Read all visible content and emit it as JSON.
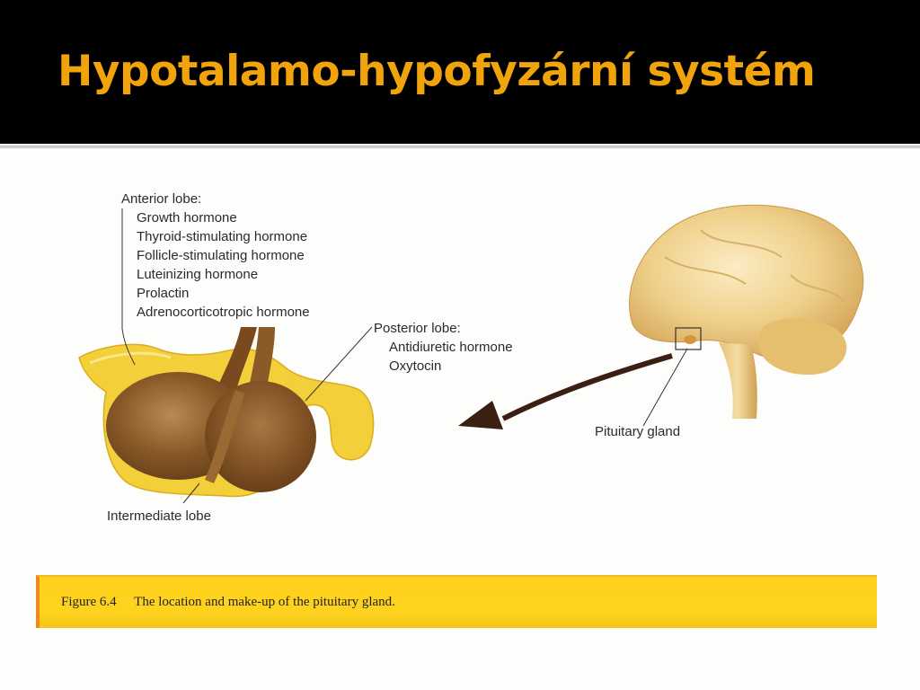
{
  "slide": {
    "title": "Hypotalamo-hypofyzární systém"
  },
  "figure": {
    "anterior": {
      "title": "Anterior lobe:",
      "hormones": [
        "Growth hormone",
        "Thyroid-stimulating hormone",
        "Follicle-stimulating hormone",
        "Luteinizing hormone",
        "Prolactin",
        "Adrenocorticotropic hormone"
      ]
    },
    "posterior": {
      "title": "Posterior lobe:",
      "hormones": [
        "Antidiuretic hormone",
        "Oxytocin"
      ]
    },
    "intermediate_label": "Intermediate lobe",
    "pituitary_label": "Pituitary gland",
    "caption": {
      "number": "Figure 6.4",
      "text": "The location and make-up of the pituitary gland."
    }
  },
  "colors": {
    "title": "#f0a30a",
    "background_top": "#000000",
    "caption_band": "#ffd11a",
    "gland_brown": "#7a4a1e",
    "tissue_yellow": "#f3cf3a",
    "brain_tan": "#e9c77a"
  }
}
